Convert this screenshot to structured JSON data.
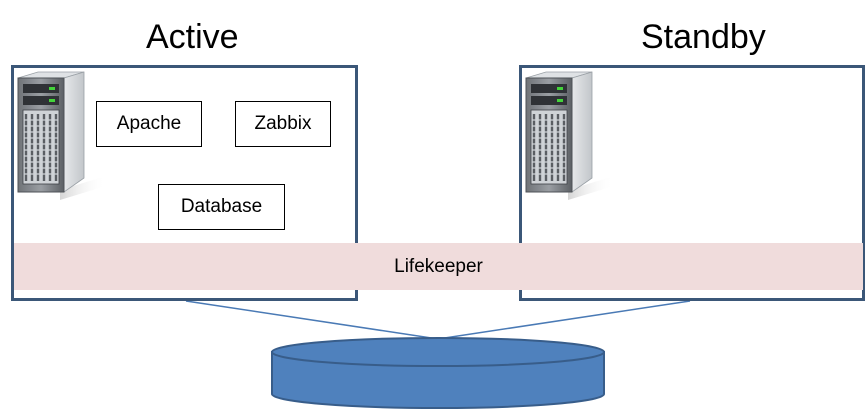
{
  "nodes": {
    "active": {
      "title": "Active",
      "services": {
        "apache": "Apache",
        "zabbix": "Zabbix",
        "database": "Database"
      }
    },
    "standby": {
      "title": "Standby"
    }
  },
  "cluster_layer": {
    "label": "Lifekeeper"
  },
  "colors": {
    "server_border": "#3b5778",
    "connector_line": "#4a7ab5",
    "lifekeeper_band": "#f0dcdc",
    "storage_fill": "#4f81bd",
    "storage_stroke": "#385d8a"
  },
  "icons": {
    "server": "server-tower-icon",
    "storage": "shared-storage-disk-icon"
  }
}
